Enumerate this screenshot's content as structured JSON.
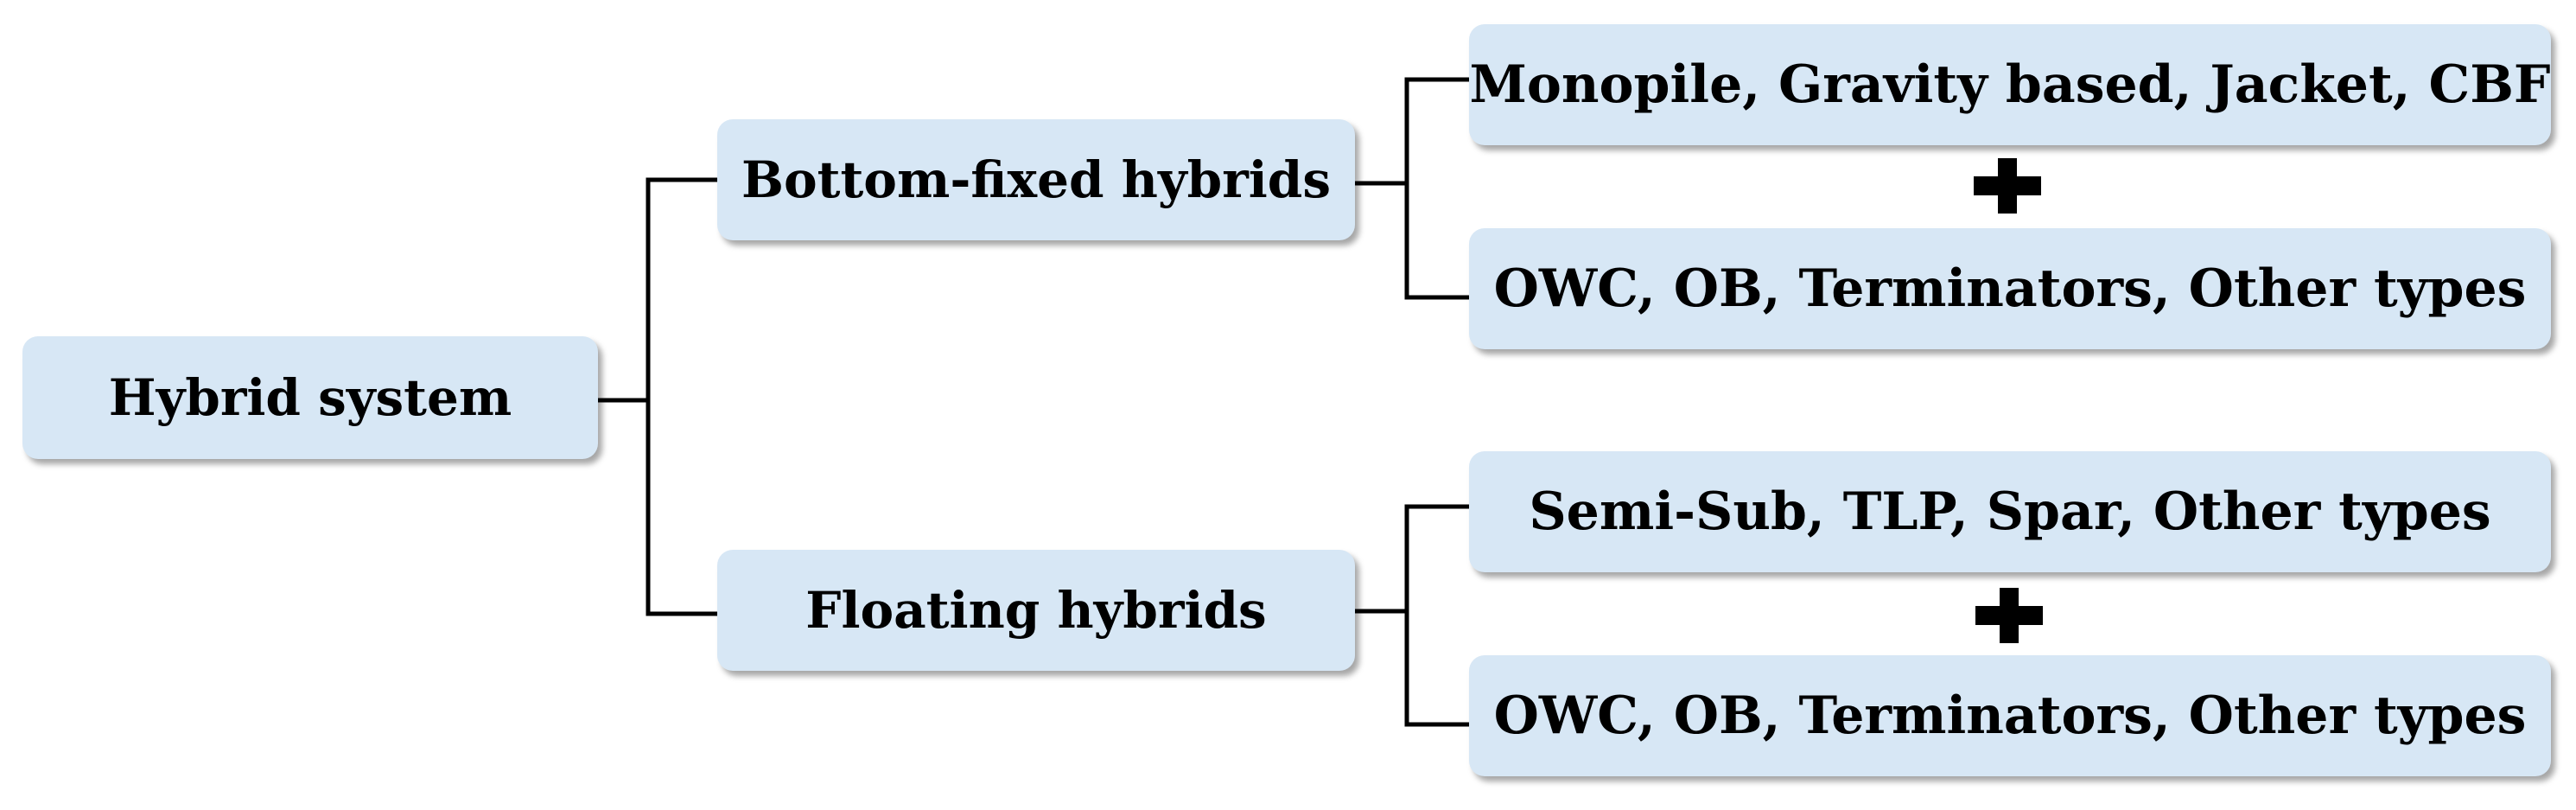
{
  "root": {
    "label": "Hybrid system"
  },
  "branches": [
    {
      "label": "Bottom-fixed hybrids",
      "top_option": "Monopile, Gravity based, Jacket,  CBF",
      "bottom_option": "OWC, OB, Terminators, Other types"
    },
    {
      "label": "Floating hybrids",
      "top_option": "Semi-Sub, TLP, Spar, Other types",
      "bottom_option": "OWC, OB, Terminators, Other types"
    }
  ],
  "colors": {
    "box_fill": "#d7e7f5",
    "text": "#000000",
    "connector": "#000000"
  },
  "icons": {
    "combine": "plus-icon"
  }
}
